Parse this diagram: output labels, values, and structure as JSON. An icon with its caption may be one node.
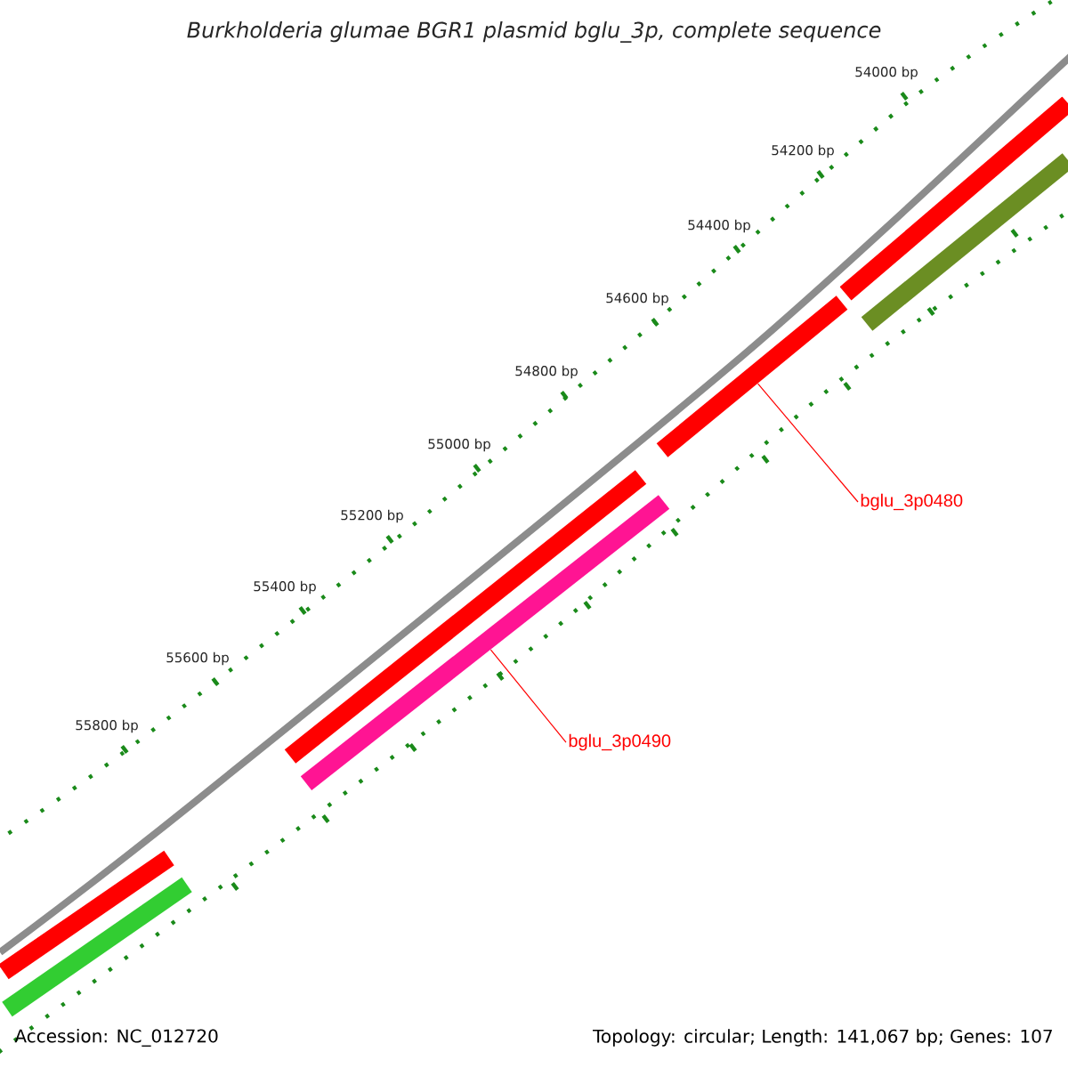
{
  "diagram": {
    "title": "Burkholderia glumae BGR1 plasmid bglu_3p, complete sequence",
    "nodes": [
      {
        "text": [],
        "shape": "bar"
      },
      {
        "text": [],
        "shape": "bar"
      },
      {
        "text": [],
        "shape": "bar"
      },
      {
        "text": [
          "bglu_3p0480"
        ]
      },
      {
        "text": [],
        "shape": "bar"
      },
      {
        "text": [],
        "shape": "bar"
      },
      {
        "text": [
          "bglu_3p0490"
        ]
      },
      {
        "text": [],
        "shape": "bar"
      },
      {
        "text": [],
        "shape": "bar"
      }
    ],
    "edges": [
      {
        "from": 3,
        "to": 2,
        "arrow": "none"
      },
      {
        "from": 6,
        "to": 5,
        "arrow": "none"
      }
    ],
    "labels": [
      "54000 bp",
      "54200 bp",
      "54400 bp",
      "54600 bp",
      "54800 bp",
      "55000 bp",
      "55200 bp",
      "55400 bp",
      "55600 bp",
      "55800 bp",
      "Accession: NC_012720",
      "Topology: circular; Length: 141,067 bp; Genes: 107"
    ]
  }
}
